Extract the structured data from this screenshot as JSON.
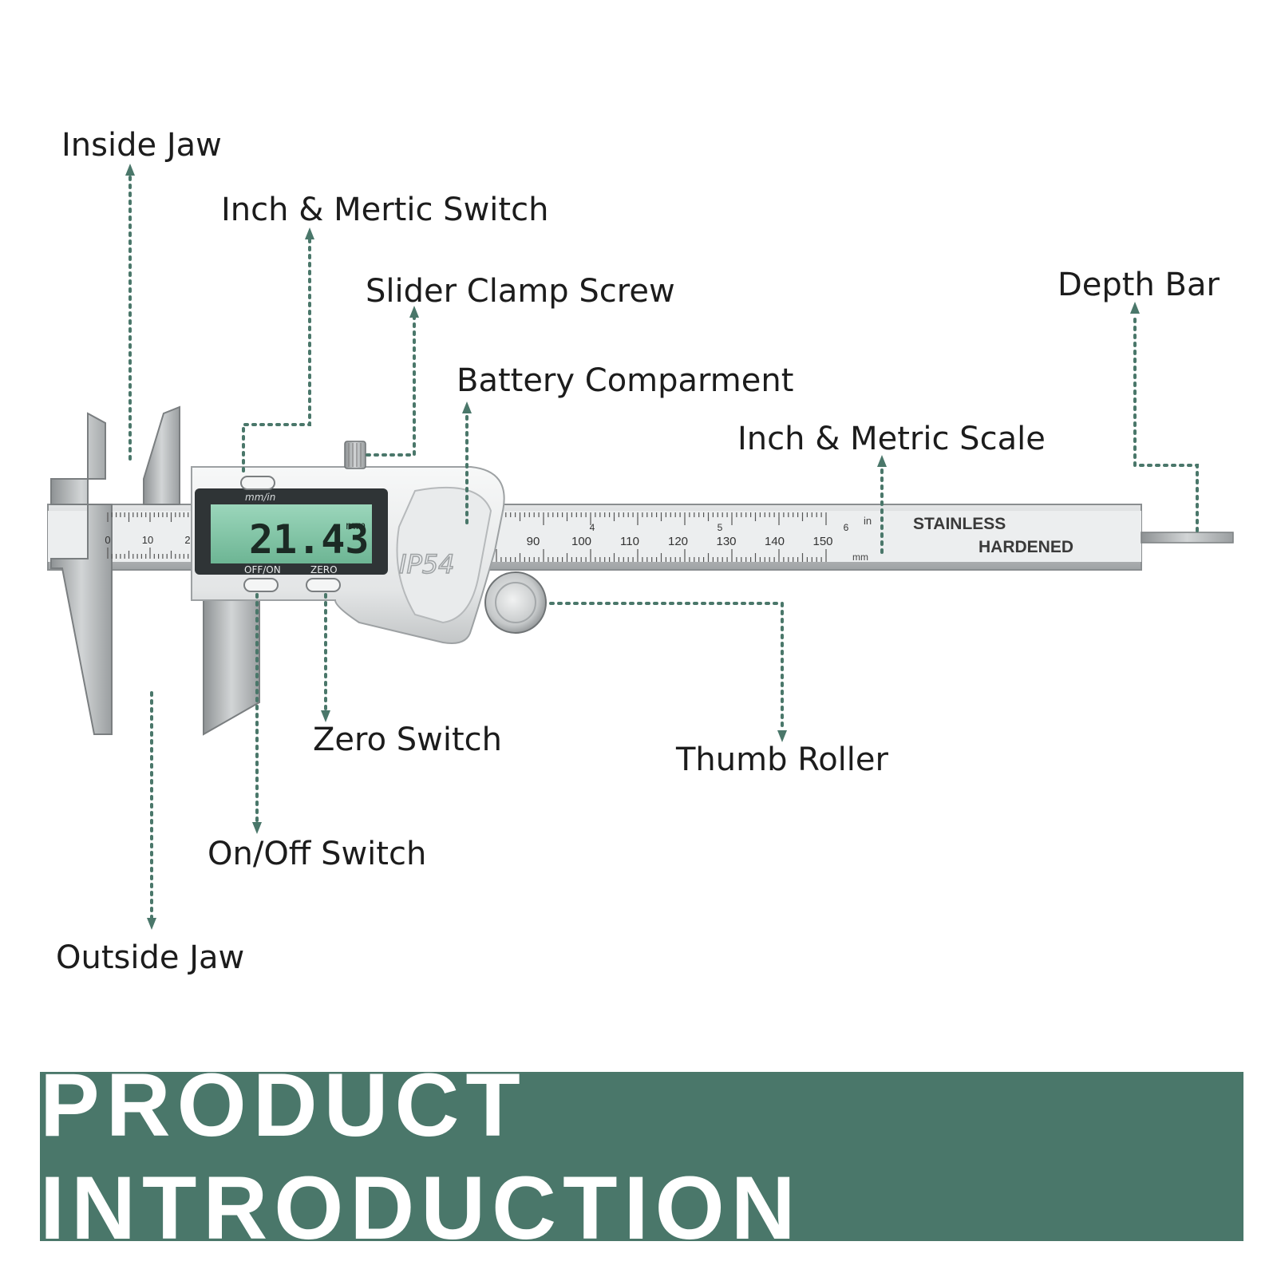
{
  "labels": {
    "inside_jaw": "Inside Jaw",
    "inch_mertic_switch": "Inch & Mertic Switch",
    "slider_clamp_screw": "Slider Clamp Screw",
    "depth_bar": "Depth Bar",
    "battery_comparment": "Battery Comparment",
    "inch_metric_scale": "Inch & Metric Scale",
    "zero_switch": "Zero Switch",
    "thumb_roller": "Thumb Roller",
    "on_off_switch": "On/Off Switch",
    "outside_jaw": "Outside Jaw"
  },
  "caliper": {
    "lcd_reading": "21.43",
    "lcd_unit": "mm",
    "lcd_mode": "mm/in",
    "button_off_on": "OFF/ON",
    "button_zero": "ZERO",
    "ip_rating": "IP54",
    "beam_text_1": "STAINLESS",
    "beam_text_2": "HARDENED",
    "scale_unit_in": "in",
    "scale_unit_mm": "mm",
    "mm_left": [
      "0",
      "10",
      "2"
    ],
    "mm_right": [
      "90",
      "100",
      "110",
      "120",
      "130",
      "140",
      "150"
    ],
    "inch_marks": [
      "4",
      "5",
      "6"
    ]
  },
  "banner": {
    "text": "PRODUCT INTRODUCTION"
  },
  "colors": {
    "accent": "#4a776a",
    "lcd": "#7fc4a3",
    "leader": "#4a776a"
  }
}
